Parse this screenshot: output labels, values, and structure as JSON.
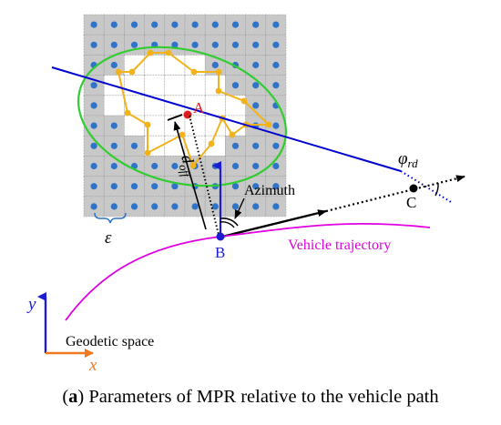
{
  "labels": {
    "point_a": "A",
    "point_b": "B",
    "point_c": "C",
    "azimuth": "Azimuth",
    "trajectory": "Vehicle trajectory",
    "epsilon": "ε",
    "phi_main": "φ",
    "phi_sub": "rd",
    "d_main": "d",
    "d_sub": "off",
    "axis_y": "y",
    "axis_x": "x",
    "geodetic_space": "Geodetic space"
  },
  "caption": {
    "open": "(",
    "letter": "a",
    "close": ")",
    "text": " Parameters of MPR relative to the vehicle path"
  },
  "colors": {
    "grid_fill": "#c8c8c8",
    "grid_white": "#ffffff",
    "grid_dot": "#2f74c8",
    "ellipse": "#33cc33",
    "polygon": "#f2b21b",
    "line": "#0000d0",
    "point_a": "#e01b1b",
    "trajectory": "#e000e0",
    "axis_y": "#1c1cd0",
    "axis_x": "#f07820"
  }
}
